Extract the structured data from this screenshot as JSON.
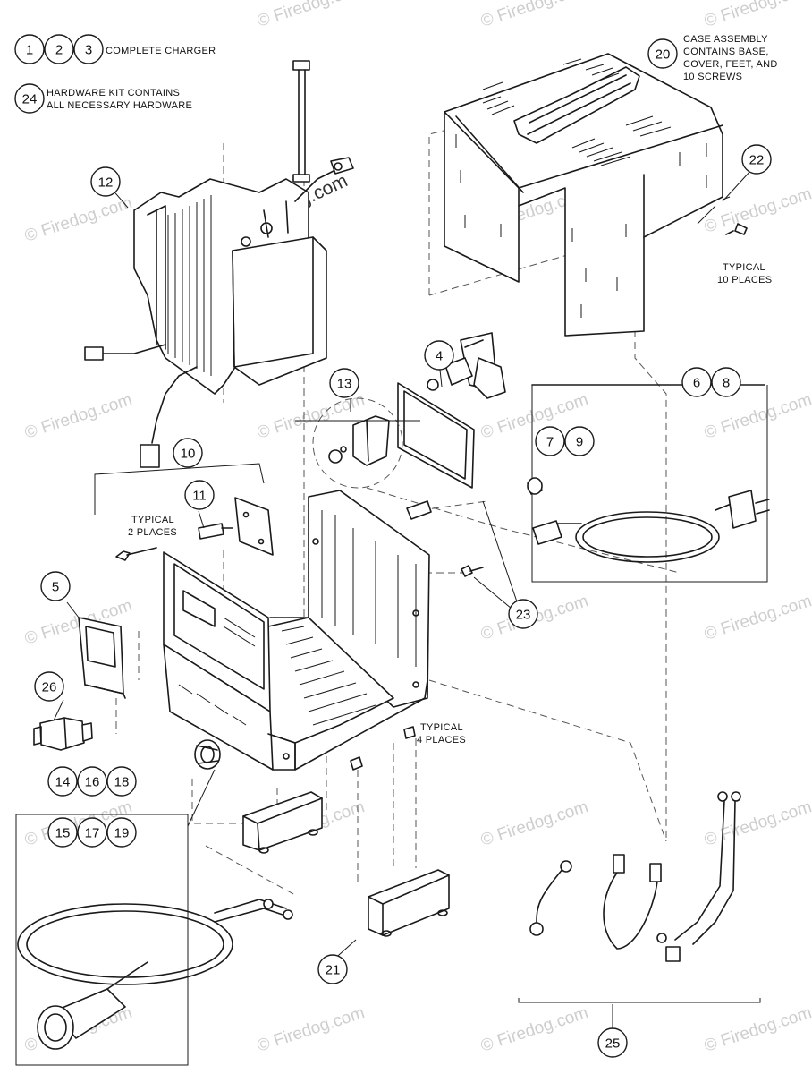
{
  "watermark": {
    "text": "Firedog.com",
    "symbol": "©"
  },
  "notes": {
    "complete_charger": "COMPLETE CHARGER",
    "hardware_kit_line1": "HARDWARE KIT CONTAINS",
    "hardware_kit_line2": "ALL NECESSARY HARDWARE",
    "case_line1": "CASE ASSEMBLY",
    "case_line2": "CONTAINS BASE,",
    "case_line3": "COVER, FEET, AND",
    "case_line4": "10 SCREWS",
    "typical10_line1": "TYPICAL",
    "typical10_line2": "10 PLACES",
    "typical2_line1": "TYPICAL",
    "typical2_line2": "2 PLACES",
    "typical4_line1": "TYPICAL",
    "typical4_line2": "4 PLACES"
  },
  "balloons": {
    "b1": "1",
    "b2": "2",
    "b3": "3",
    "b4": "4",
    "b5": "5",
    "b6": "6",
    "b7": "7",
    "b8": "8",
    "b9": "9",
    "b10": "10",
    "b11": "11",
    "b12": "12",
    "b13": "13",
    "b14": "14",
    "b15": "15",
    "b16": "16",
    "b17": "17",
    "b18": "18",
    "b19": "19",
    "b20": "20",
    "b21": "21",
    "b22": "22",
    "b23": "23",
    "b24": "24",
    "b25": "25",
    "b26": "26"
  }
}
